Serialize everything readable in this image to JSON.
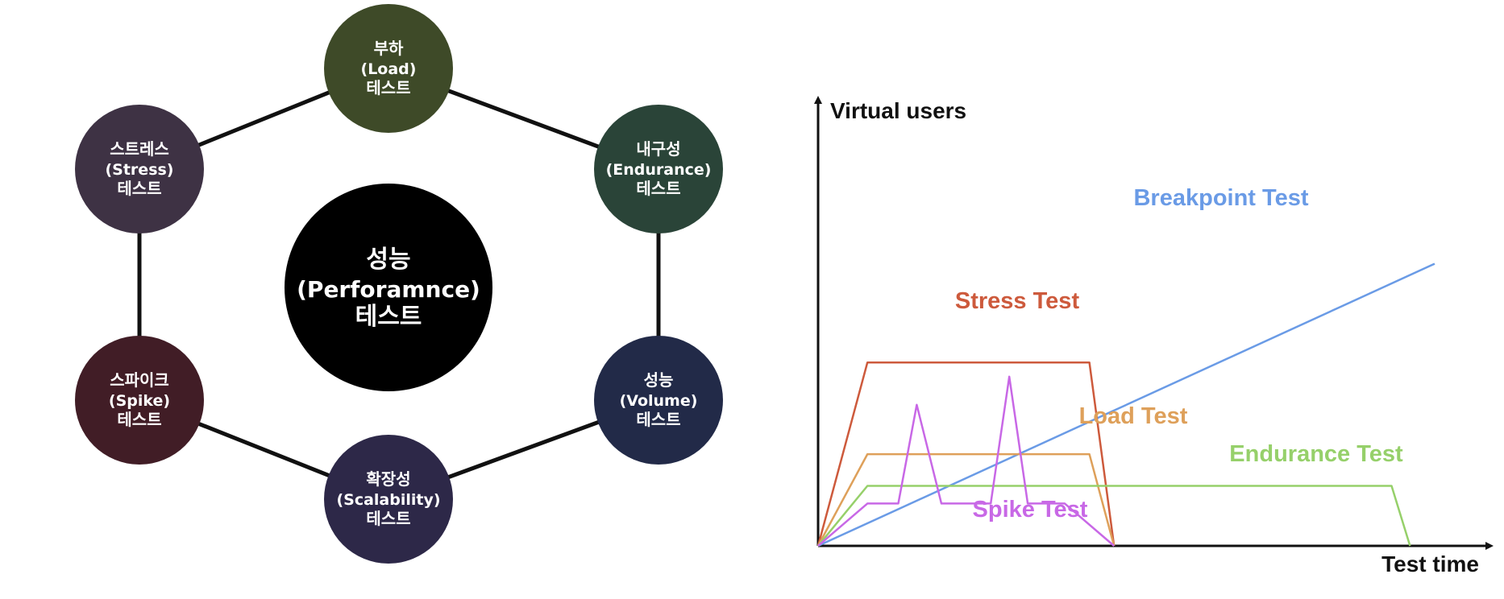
{
  "diagram": {
    "center": {
      "lines": [
        "성능",
        "(Perforamnce)",
        "테스트"
      ],
      "color": "#000000"
    },
    "nodes": [
      {
        "id": "load",
        "lines": [
          "부하",
          "(Load)",
          "테스트"
        ],
        "color": "#3e4a28"
      },
      {
        "id": "endurance",
        "lines": [
          "내구성",
          "(Endurance)",
          "테스트"
        ],
        "color": "#2a4438"
      },
      {
        "id": "volume",
        "lines": [
          "성능",
          "(Volume)",
          "테스트"
        ],
        "color": "#222a48"
      },
      {
        "id": "scalability",
        "lines": [
          "확장성",
          "(Scalability)",
          "테스트"
        ],
        "color": "#2d2848"
      },
      {
        "id": "spike",
        "lines": [
          "스파이크",
          "(Spike)",
          "테스트"
        ],
        "color": "#411d26"
      },
      {
        "id": "stress",
        "lines": [
          "스트레스",
          "(Stress)",
          "테스트"
        ],
        "color": "#3e3244"
      }
    ],
    "edge_color": "#111111"
  },
  "chart_data": {
    "type": "line",
    "title": "",
    "ylabel": "Virtual users",
    "xlabel": "Test time",
    "xlim": [
      0,
      100
    ],
    "ylim": [
      0,
      100
    ],
    "grid": false,
    "series": [
      {
        "name": "Breakpoint Test",
        "color": "#6a9be6",
        "points": [
          [
            0,
            0
          ],
          [
            100,
            80
          ]
        ]
      },
      {
        "name": "Stress Test",
        "color": "#cd5a3c",
        "points": [
          [
            0,
            0
          ],
          [
            8,
            52
          ],
          [
            44,
            52
          ],
          [
            48,
            0
          ]
        ]
      },
      {
        "name": "Load Test",
        "color": "#dea05a",
        "points": [
          [
            0,
            0
          ],
          [
            8,
            26
          ],
          [
            44,
            26
          ],
          [
            48,
            0
          ]
        ]
      },
      {
        "name": "Endurance Test",
        "color": "#96d06a",
        "points": [
          [
            0,
            0
          ],
          [
            8,
            17
          ],
          [
            93,
            17
          ],
          [
            96,
            0
          ]
        ]
      },
      {
        "name": "Spike Test",
        "color": "#c868e6",
        "points": [
          [
            0,
            0
          ],
          [
            8,
            12
          ],
          [
            13,
            12
          ],
          [
            16,
            40
          ],
          [
            20,
            12
          ],
          [
            28,
            12
          ],
          [
            31,
            48
          ],
          [
            34,
            12
          ],
          [
            40,
            12
          ],
          [
            48,
            0
          ]
        ]
      }
    ]
  }
}
